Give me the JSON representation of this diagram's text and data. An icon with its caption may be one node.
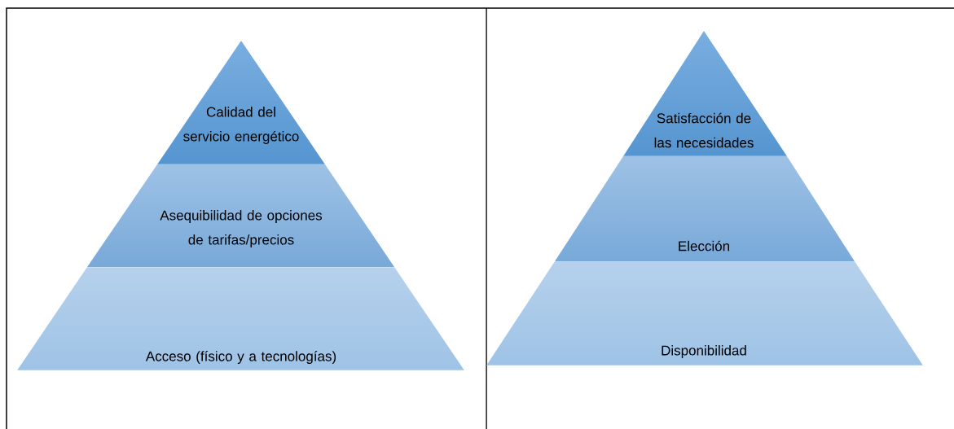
{
  "diagram": {
    "nodes": [
      {
        "text": [
          "Calidad del servicio energético"
        ]
      },
      {
        "text": [
          "Asequibilidad de opciones de tarifas/precios"
        ]
      },
      {
        "text": [
          "Acceso (físico y a tecnologías)"
        ]
      },
      {
        "text": [
          "Satisfacción de las necesidades"
        ]
      },
      {
        "text": [
          "Elección"
        ]
      },
      {
        "text": [
          "Disponibilidad"
        ]
      }
    ]
  }
}
